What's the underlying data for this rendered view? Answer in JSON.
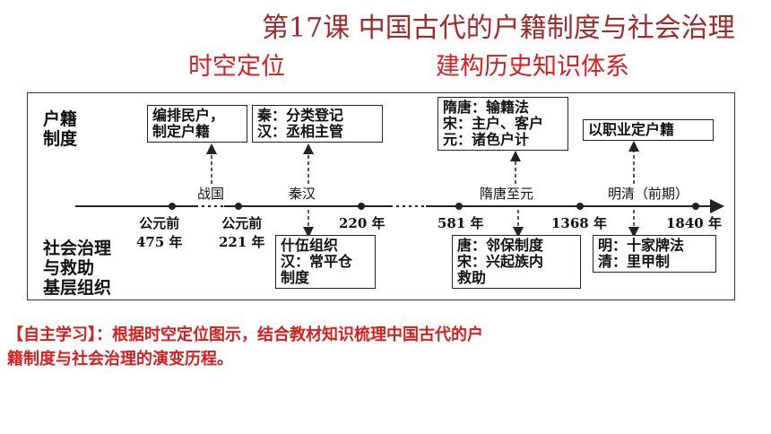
{
  "header": {
    "title": "第17课  中国古代的户籍制度与社会治理",
    "subtitle_left": "时空定位",
    "subtitle_right": "建构历史知识体系"
  },
  "diagram": {
    "row_top_label": [
      "户籍",
      "制度"
    ],
    "row_bottom_label": [
      "社会治理",
      "与救助",
      "基层组织"
    ],
    "top_boxes": [
      [
        "编排民户，",
        "制定户籍"
      ],
      [
        "秦：分类登记",
        "汉：丞相主管"
      ],
      [
        "隋唐：输籍法",
        "宋：主户、客户",
        "元：诸色户计"
      ],
      [
        "以职业定户籍"
      ]
    ],
    "bottom_boxes": [
      [
        "什伍组织",
        "汉：常平仓",
        "制度"
      ],
      [
        "唐：邻保制度",
        "宋：兴起族内",
        "救助"
      ],
      [
        "明：十家牌法",
        "清：里甲制"
      ]
    ],
    "periods": [
      "战国",
      "秦汉",
      "隋唐至元",
      "明清（前期）"
    ],
    "ticks": [
      [
        "公元前",
        "475 年"
      ],
      [
        "公元前",
        "221 年"
      ],
      [
        "220 年"
      ],
      [
        "581 年"
      ],
      [
        "1368 年"
      ],
      [
        "1840 年"
      ]
    ],
    "colors": {
      "line": "#222222",
      "title": "#9e2a2a",
      "accent": "#d42020"
    }
  },
  "footer": {
    "line1": "【自主学习】：根据时空定位图示，结合教材知识梳理中国古代的户",
    "line2": "籍制度与社会治理的演变历程。"
  }
}
